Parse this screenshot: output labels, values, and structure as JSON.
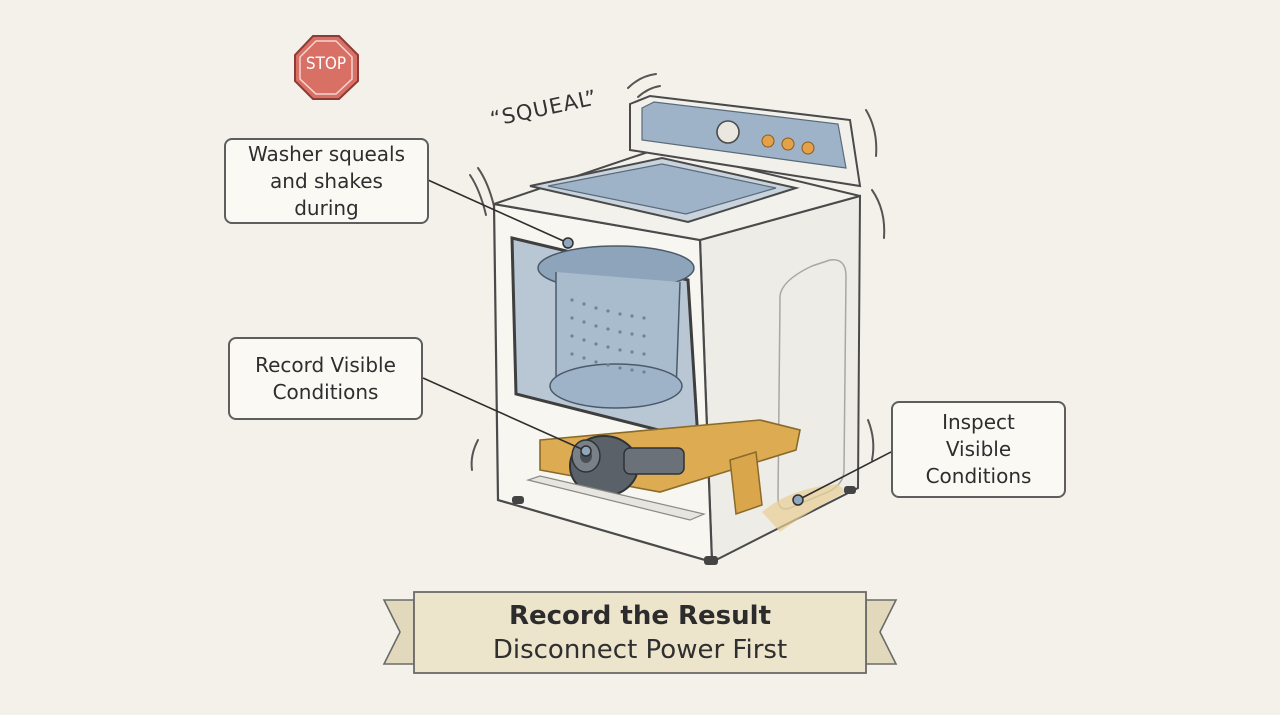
{
  "stop_sign": {
    "label": "STOP",
    "color": "#d87066"
  },
  "sound_effect": "“SQUEAL”",
  "callouts": [
    {
      "lines": [
        "Washer squeals",
        "and shakes during"
      ]
    },
    {
      "lines": [
        "Record Visible",
        "Conditions"
      ]
    },
    {
      "lines": [
        "Inspect",
        "Visible",
        "Conditions"
      ]
    }
  ],
  "banner": {
    "title": "Record the Result",
    "subtitle": "Disconnect Power First",
    "color": "#ede4cc"
  },
  "palette": {
    "tub_blue": "#9fb3c8",
    "motor_frame_orange": "#dcab52",
    "cabinet": "#f7f6f1",
    "outline": "#4a4a4a"
  }
}
